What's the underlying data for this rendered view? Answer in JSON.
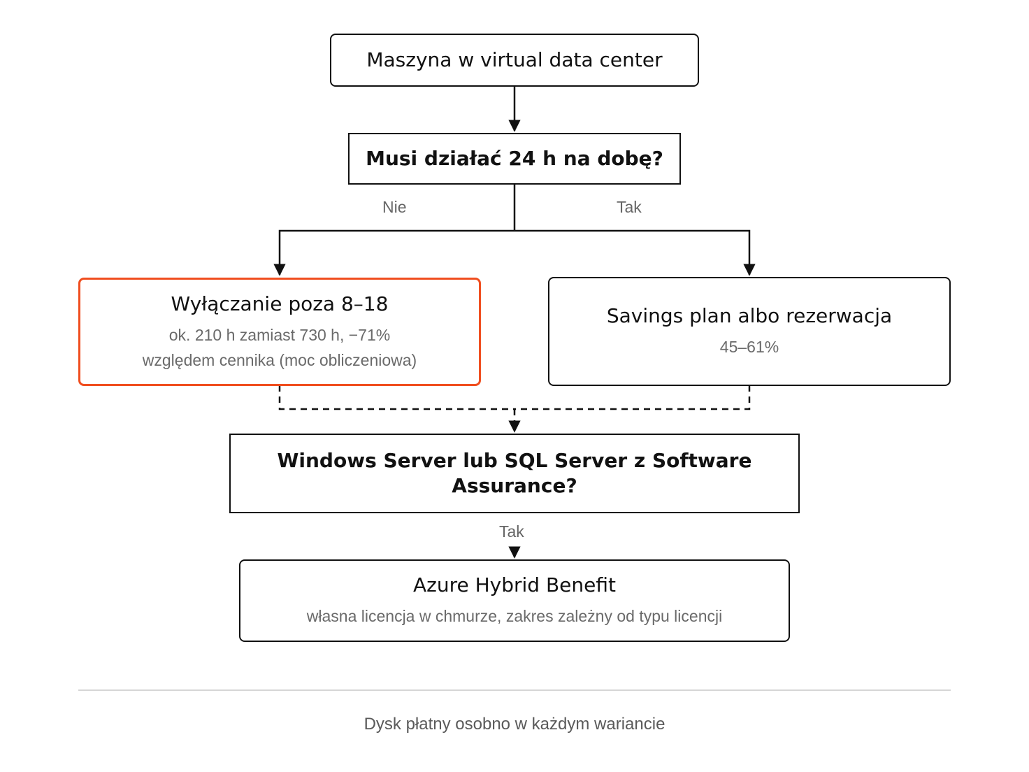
{
  "nodes": {
    "start": {
      "title": "Maszyna w virtual data center"
    },
    "q1": {
      "title": "Musi działać 24 h na dobę?"
    },
    "left": {
      "title": "Wyłączanie poza 8–18",
      "sub1": "ok. 210 h zamiast 730 h, −71%",
      "sub2": "względem cennika (moc obliczeniowa)"
    },
    "right": {
      "title": "Savings plan albo rezerwacja",
      "sub1": "45–61%"
    },
    "q2": {
      "title_line1": "Windows Server lub SQL Server z Software",
      "title_line2": "Assurance?"
    },
    "end": {
      "title": "Azure Hybrid Benefit",
      "sub1": "własna licencja w chmurze, zakres zależny od typu licencji"
    }
  },
  "edge_labels": {
    "no": "Nie",
    "yes1": "Tak",
    "yes2": "Tak"
  },
  "footnote": "Dysk płatny osobno w każdym wariancie",
  "colors": {
    "highlight": "#f04e1f",
    "line": "#111111",
    "muted": "#666666"
  }
}
